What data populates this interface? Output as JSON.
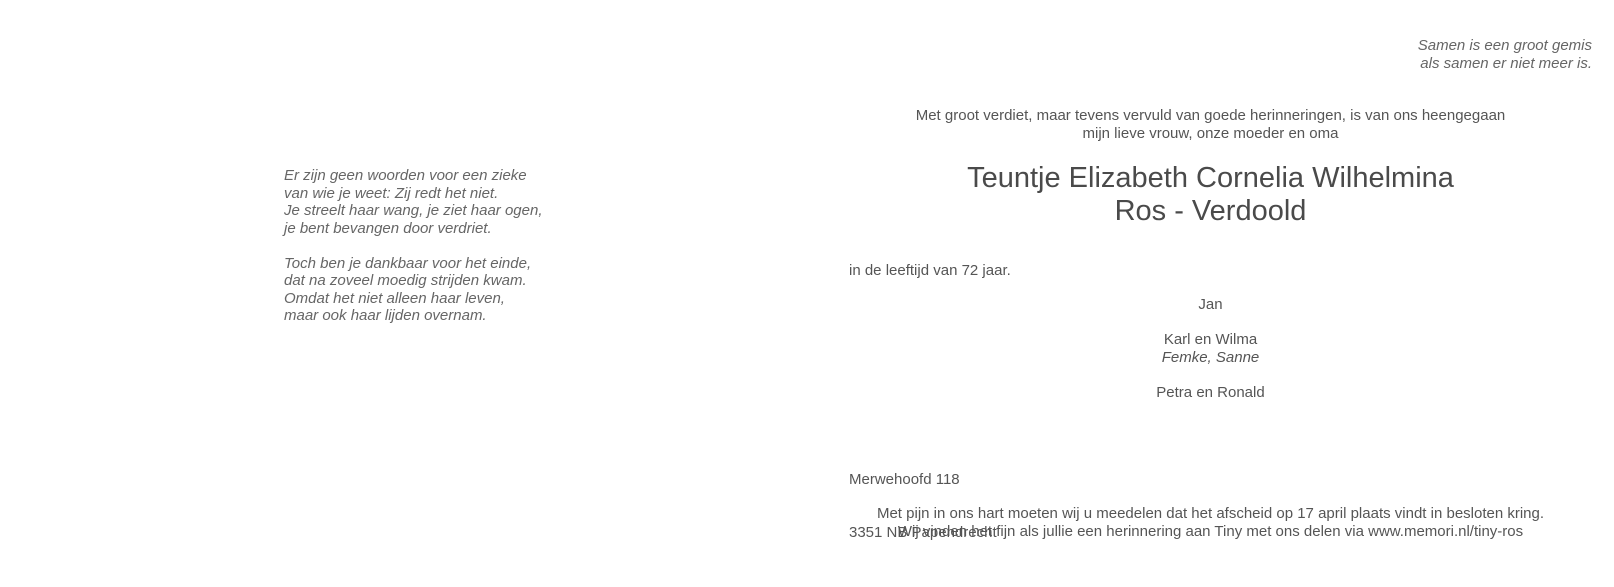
{
  "left_page": {
    "poem": {
      "stanzas": [
        [
          "Er zijn geen woorden voor een zieke",
          "van wie je weet: Zij redt het niet.",
          "Je streelt haar wang, je ziet haar ogen,",
          "je bent bevangen door verdriet."
        ],
        [
          "Toch ben je dankbaar voor het einde,",
          "dat na zoveel moedig strijden kwam.",
          "Omdat het niet alleen haar leven,",
          "maar ook haar lijden overnam."
        ]
      ]
    }
  },
  "right_page": {
    "motto": [
      "Samen is een groot gemis",
      "als samen er niet meer is."
    ],
    "intro": [
      "Met groot verdiet, maar tevens vervuld van goede herinneringen, is van ons heengegaan",
      "mijn lieve vrouw, onze moeder en oma"
    ],
    "name": [
      "Teuntje Elizabeth Cornelia Wilhelmina",
      "Ros - Verdoold"
    ],
    "age_line": "in de leeftijd van 72 jaar.",
    "family": {
      "spouse": "Jan",
      "child1": "Karl en Wilma",
      "grandchildren": "Femke, Sanne",
      "child2": "Petra en Ronald"
    },
    "address": [
      "Merwehoofd 118",
      "3351 NB  Papendrecht"
    ],
    "notice": [
      "Met pijn in ons hart moeten wij u meedelen dat het afscheid op 17 april plaats vindt in besloten kring.",
      "Wij vinden het fijn als jullie een herinnering aan Tiny met ons delen via www.memori.nl/tiny-ros"
    ]
  }
}
